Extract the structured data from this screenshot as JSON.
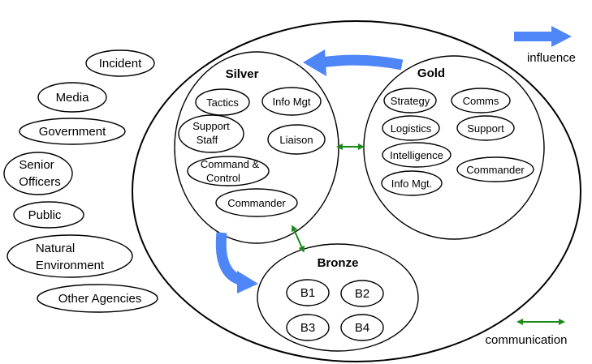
{
  "external_factors": [
    "Incident",
    "Media",
    "Government",
    [
      "Senior",
      "Officers"
    ],
    "Public",
    [
      "Natural",
      "Environment"
    ],
    "Other Agencies"
  ],
  "silver": {
    "title": "Silver",
    "items": [
      "Tactics",
      "Info Mgt",
      [
        "Support",
        "Staff"
      ],
      "Liaison",
      [
        "Command &",
        "Control"
      ],
      "Commander"
    ]
  },
  "gold": {
    "title": "Gold",
    "items": [
      "Strategy",
      "Comms",
      "Logistics",
      "Support",
      "Intelligence",
      "Commander",
      "Info Mgt."
    ]
  },
  "bronze": {
    "title": "Bronze",
    "items": [
      "B1",
      "B2",
      "B3",
      "B4"
    ]
  },
  "legend": {
    "influence": "influence",
    "communication": "communication"
  },
  "colors": {
    "influence_arrow": "#4f86f7",
    "communication_arrow": "#1a8a1a",
    "outline": "#000000"
  }
}
